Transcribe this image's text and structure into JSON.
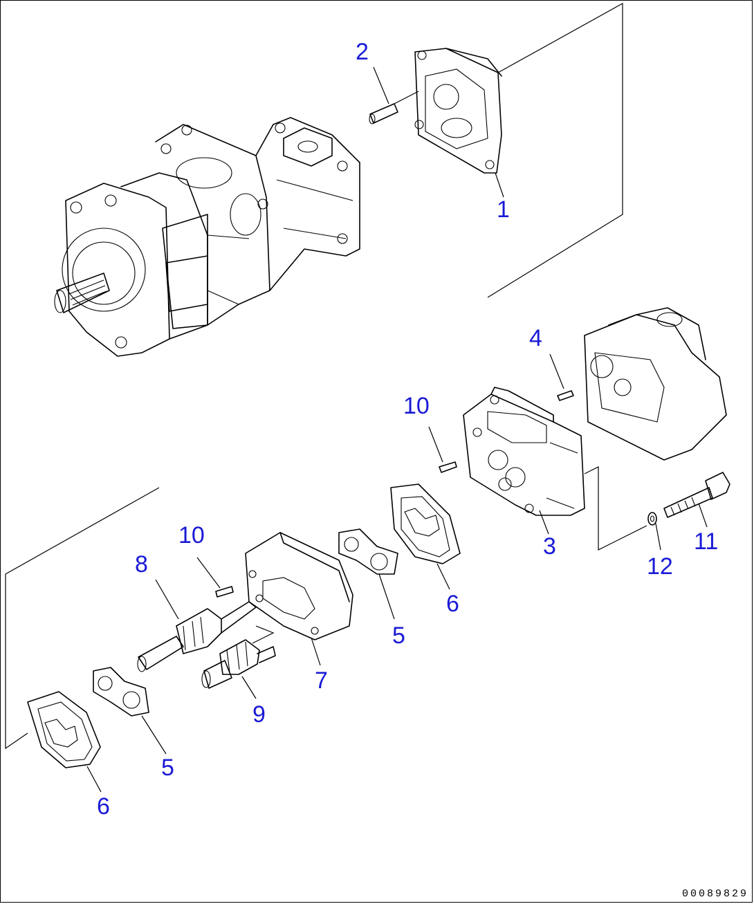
{
  "diagram": {
    "callouts": [
      {
        "id": "c1",
        "label": "1"
      },
      {
        "id": "c2",
        "label": "2"
      },
      {
        "id": "c3",
        "label": "3"
      },
      {
        "id": "c4",
        "label": "4"
      },
      {
        "id": "c5a",
        "label": "5"
      },
      {
        "id": "c5b",
        "label": "5"
      },
      {
        "id": "c6a",
        "label": "6"
      },
      {
        "id": "c6b",
        "label": "6"
      },
      {
        "id": "c7",
        "label": "7"
      },
      {
        "id": "c8",
        "label": "8"
      },
      {
        "id": "c9",
        "label": "9"
      },
      {
        "id": "c10a",
        "label": "10"
      },
      {
        "id": "c10b",
        "label": "10"
      },
      {
        "id": "c11",
        "label": "11"
      },
      {
        "id": "c12",
        "label": "12"
      }
    ],
    "callout_color": "#1a1ad6",
    "line_color": "#000000"
  },
  "footer": {
    "drawing_number": "00089829"
  }
}
